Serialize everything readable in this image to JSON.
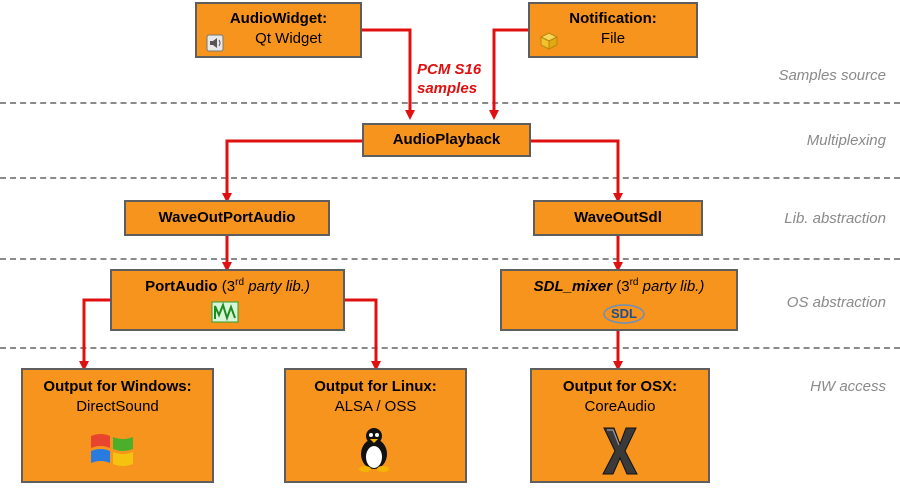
{
  "boxes": {
    "audiowidget": {
      "title": "AudioWidget:",
      "sub": "Qt Widget"
    },
    "notification": {
      "title": "Notification:",
      "sub": "File"
    },
    "audioplayback": {
      "title": "AudioPlayback"
    },
    "waveout_portaudio": {
      "title": "WaveOutPortAudio"
    },
    "waveout_sdl": {
      "title": "WaveOutSdl"
    },
    "portaudio": {
      "title": "PortAudio",
      "open": " (",
      "sup_num": "3",
      "sup": "rd",
      "rest": " party lib.)"
    },
    "sdl_mixer": {
      "title": "SDL_mixer",
      "open": " (",
      "sup_num": "3",
      "sup": "rd",
      "rest": " party lib.)"
    },
    "out_windows": {
      "title": "Output for Windows:",
      "sub": "DirectSound"
    },
    "out_linux": {
      "title": "Output for Linux:",
      "sub": "ALSA / OSS"
    },
    "out_osx": {
      "title": "Output for OSX:",
      "sub": "CoreAudio"
    }
  },
  "edge_label": {
    "line1": "PCM S16",
    "line2": "samples"
  },
  "layers": [
    "Samples source",
    "Multiplexing",
    "Lib. abstraction",
    "OS abstraction",
    "HW access"
  ],
  "logo_text": {
    "sdl": "SDL"
  },
  "colors": {
    "box_fill": "#f7941d",
    "box_border": "#5e5e5e",
    "arrow": "#e01010",
    "layer_text": "#8a8a8a"
  },
  "icons": [
    "speaker-icon",
    "package-icon",
    "portaudio-logo",
    "sdl-logo",
    "windows-logo",
    "tux-penguin-icon",
    "osx-x-logo"
  ]
}
